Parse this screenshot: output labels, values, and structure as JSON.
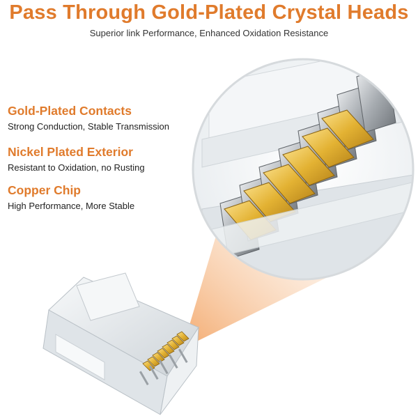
{
  "header": {
    "title": "Pass Through Gold-Plated Crystal Heads",
    "subtitle": "Superior link Performance, Enhanced Oxidation Resistance"
  },
  "features": [
    {
      "title": "Gold-Plated Contacts",
      "description": "Strong Conduction, Stable Transmission"
    },
    {
      "title": "Nickel Plated Exterior",
      "description": "Resistant to Oxidation, no Rusting"
    },
    {
      "title": "Copper Chip",
      "description": "High Performance, More Stable"
    }
  ],
  "colors": {
    "accent": "#e07b2c",
    "gold": "#e3b233",
    "nickel": "#9da2a6",
    "crystal": "#e8ecef"
  },
  "illustrations": {
    "zoom_circle": "magnified-gold-contacts-image",
    "connector": "rj45-crystal-head-image"
  }
}
